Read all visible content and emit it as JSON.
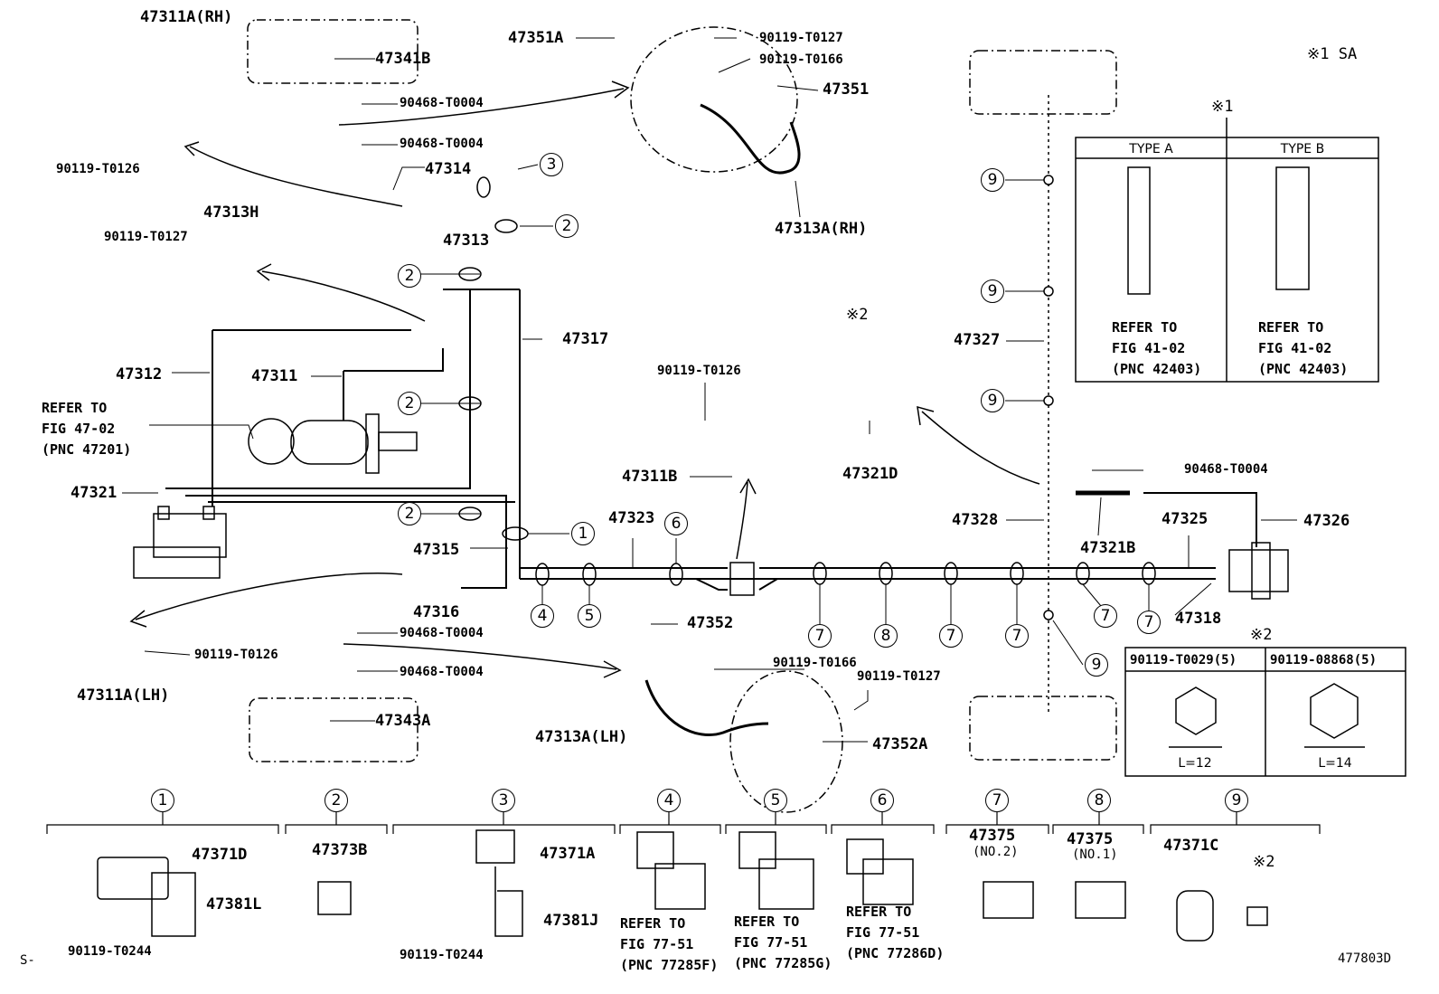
{
  "labels": {
    "p47311a_rh": "47311A(RH)",
    "p47341b": "47341B",
    "p90468_t0004_a": "90468-T0004",
    "p90468_t0004_b": "90468-T0004",
    "p90119_t0126_a": "90119-T0126",
    "p47314": "47314",
    "p47313": "47313",
    "p47313h": "47313H",
    "p90119_t0127_a": "90119-T0127",
    "p47351a": "47351A",
    "p90119_t0127_b": "90119-T0127",
    "p90119_t0166_a": "90119-T0166",
    "p47351": "47351",
    "p47313a_rh": "47313A(RH)",
    "p47317": "47317",
    "p47312": "47312",
    "p47311": "47311",
    "p47321": "47321",
    "p47315": "47315",
    "p47316": "47316",
    "p90468_t0004_c": "90468-T0004",
    "p90468_t0004_d": "90468-T0004",
    "p90119_t0126_b": "90119-T0126",
    "p47311a_lh": "47311A(LH)",
    "p47343a": "47343A",
    "p90119_t0126_c": "90119-T0126",
    "p47311b": "47311B",
    "p47323": "47323",
    "p47352": "47352",
    "p90119_t0166_b": "90119-T0166",
    "p90119_t0127_c": "90119-T0127",
    "p47313a_lh": "47313A(LH)",
    "p47352a": "47352A",
    "p47321d": "47321D",
    "p47327": "47327",
    "p47328": "47328",
    "p47321b": "47321B",
    "p90468_t0004_e": "90468-T0004",
    "p47325": "47325",
    "p47326": "47326",
    "p47318": "47318",
    "p47371d": "47371D",
    "p47381l": "47381L",
    "p90119_t0244_a": "90119-T0244",
    "p47373b": "47373B",
    "p47371a": "47371A",
    "p47381j": "47381J",
    "p90119_t0244_b": "90119-T0244",
    "p47375_a": "47375",
    "p47375_b": "47375",
    "p47371c": "47371C",
    "diagram_id": "477803D",
    "s_mark": "S-"
  },
  "notes": {
    "sa": "※1 SA",
    "mark1": "※1",
    "mark2": "※2",
    "mark2_b": "※2",
    "mark2_c": "※2",
    "type_a": "TYPE A",
    "type_b": "TYPE B",
    "refer_a": "REFER TO\nFIG 41-02\n(PNC 42403)",
    "refer_b": "REFER TO\nFIG 41-02\n(PNC 42403)",
    "refer_master": "REFER TO\nFIG 47-02\n(PNC 47201)",
    "bolt_a": "90119-T0029(5)",
    "bolt_b": "90119-08868(5)",
    "len_a": "L=12",
    "len_b": "L=14",
    "no2": "(NO.2)",
    "no1": "(NO.1)",
    "refer_4": "REFER TO\nFIG 77-51\n(PNC 77285F)",
    "refer_5": "REFER TO\nFIG 77-51\n(PNC 77285G)",
    "refer_6": "REFER TO\nFIG 77-51\n(PNC 77286D)"
  },
  "callouts": [
    "1",
    "2",
    "3",
    "4",
    "5",
    "6",
    "7",
    "8",
    "9"
  ]
}
